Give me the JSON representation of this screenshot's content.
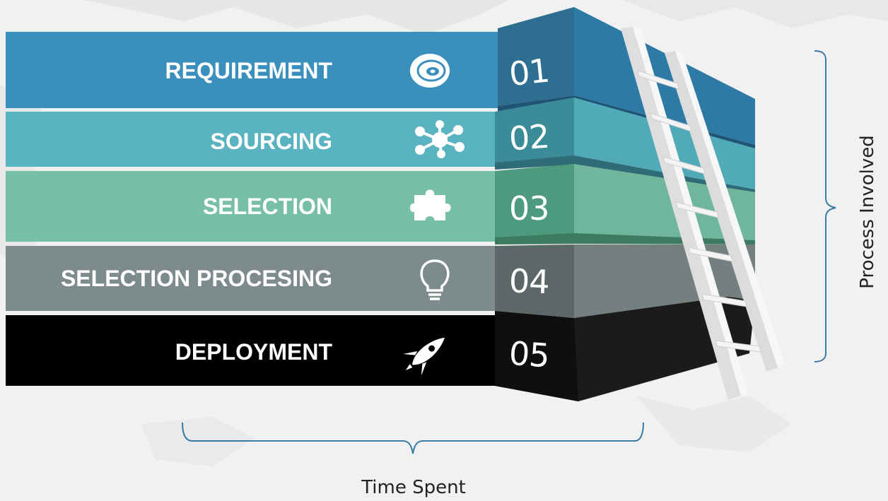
{
  "steps": [
    {
      "label": "REQUIREMENT",
      "number": "01",
      "icon": "disc-icon",
      "color": "#3a8fbd"
    },
    {
      "label": "SOURCING",
      "number": "02",
      "icon": "network-icon",
      "color": "#59b3c0"
    },
    {
      "label": "SELECTION",
      "number": "03",
      "icon": "puzzle-icon",
      "color": "#77bfa6"
    },
    {
      "label": "SELECTION PROCESING",
      "number": "04",
      "icon": "lightbulb-icon",
      "color": "#7d8b8c"
    },
    {
      "label": "DEPLOYMENT",
      "number": "05",
      "icon": "rocket-icon",
      "color": "#000000"
    }
  ],
  "axes": {
    "vertical_label": "Process Involved",
    "horizontal_label": "Time Spent"
  },
  "colors": {
    "background": "#f1f1f1",
    "bracket": "#3a7ba6",
    "ladder": "#ececec"
  }
}
